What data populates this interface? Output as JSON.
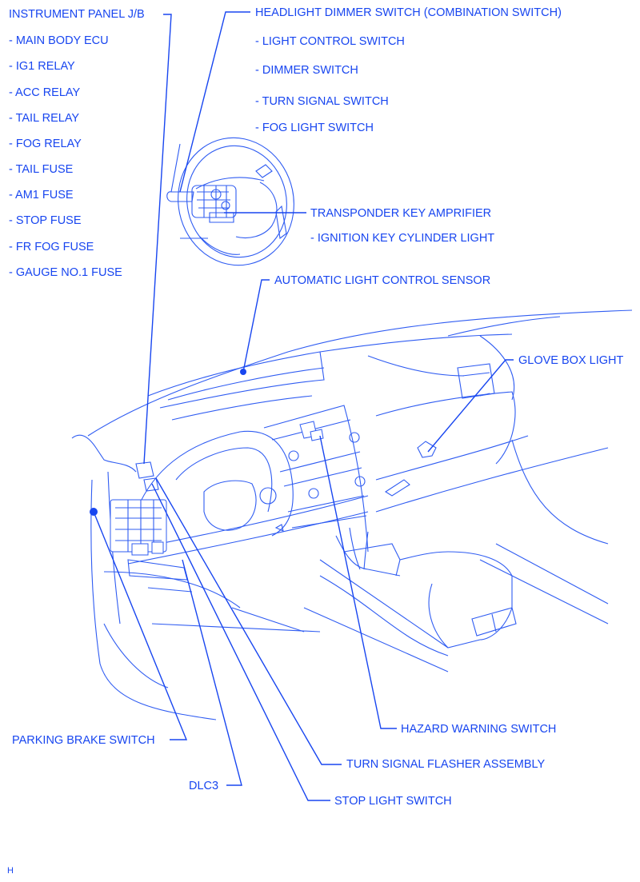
{
  "diagram": {
    "title": "Instrument panel component locations",
    "accent_color": "#1846f0",
    "page_marker": "H",
    "labels": {
      "instrument_panel_jb": {
        "title": "INSTRUMENT PANEL J/B",
        "items": [
          "- MAIN BODY ECU",
          "- IG1 RELAY",
          "- ACC RELAY",
          "- TAIL RELAY",
          "- FOG RELAY",
          "- TAIL FUSE",
          "- AM1 FUSE",
          "- STOP FUSE",
          "- FR FOG FUSE",
          "- GAUGE NO.1 FUSE"
        ]
      },
      "headlight_dimmer_switch": {
        "title": "HEADLIGHT DIMMER SWITCH  (COMBINATION SWITCH)",
        "items": [
          "- LIGHT CONTROL SWITCH",
          "- DIMMER SWITCH",
          "- TURN SIGNAL SWITCH",
          "- FOG LIGHT SWITCH"
        ]
      },
      "transponder_key_amplifier": {
        "title": "TRANSPONDER KEY AMPRIFIER",
        "items": [
          "- IGNITION KEY CYLINDER LIGHT"
        ]
      },
      "automatic_light_control_sensor": "AUTOMATIC LIGHT CONTROL SENSOR",
      "glove_box_light": "GLOVE BOX LIGHT",
      "parking_brake_switch": "PARKING BRAKE SWITCH",
      "hazard_warning_switch": "HAZARD WARNING SWITCH",
      "turn_signal_flasher_assembly": "TURN SIGNAL FLASHER ASSEMBLY",
      "dlc3": "DLC3",
      "stop_light_switch": "STOP LIGHT SWITCH"
    }
  }
}
